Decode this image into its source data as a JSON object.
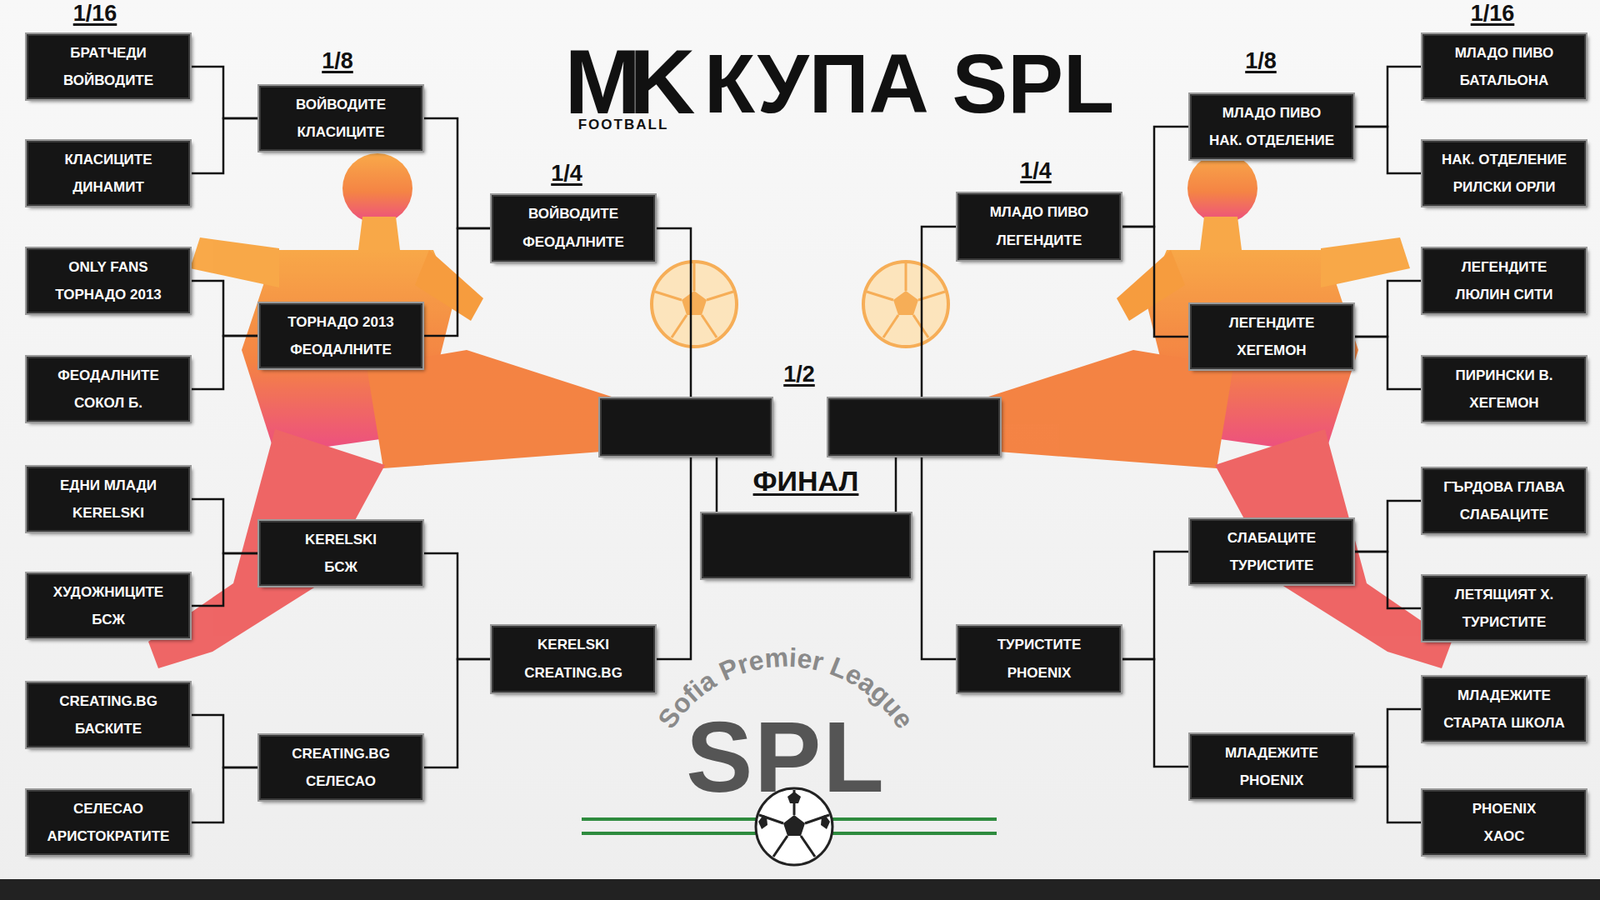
{
  "diagram": {
    "title": "КУПА SPL",
    "nodes": [
      {
        "text": [
          "БРАТЧЕДИ",
          "ВОЙВОДИТЕ"
        ]
      },
      {
        "text": [
          "КЛАСИЦИТЕ",
          "ДИНАМИТ"
        ]
      },
      {
        "text": [
          "ONLY FANS",
          "ТОРНАДО 2013"
        ]
      },
      {
        "text": [
          "ФЕОДАЛНИТЕ",
          "СОКОЛ Б."
        ]
      },
      {
        "text": [
          "ЕДНИ МЛАДИ",
          "KERELSKI"
        ]
      },
      {
        "text": [
          "ХУДОЖНИЦИТЕ",
          "БСЖ"
        ]
      },
      {
        "text": [
          "CREATING.BG",
          "БАСКИТЕ"
        ]
      },
      {
        "text": [
          "СЕЛЕСАО",
          "АРИСТОКРАТИТЕ"
        ]
      },
      {
        "text": [
          "ВОЙВОДИТЕ",
          "КЛАСИЦИТЕ"
        ]
      },
      {
        "text": [
          "ТОРНАДО 2013",
          "ФЕОДАЛНИТЕ"
        ]
      },
      {
        "text": [
          "KERELSKI",
          "БСЖ"
        ]
      },
      {
        "text": [
          "CREATING.BG",
          "СЕЛЕСАО"
        ]
      },
      {
        "text": [
          "ВОЙВОДИТЕ",
          "ФЕОДАЛНИТЕ"
        ]
      },
      {
        "text": [
          "KERELSKI",
          "CREATING.BG"
        ]
      },
      {
        "text": []
      },
      {
        "text": []
      },
      {
        "text": []
      },
      {
        "text": [
          "МЛАДО ПИВО",
          "ЛЕГЕНДИТЕ"
        ]
      },
      {
        "text": [
          "ТУРИСТИТЕ",
          "PHOENIX"
        ]
      },
      {
        "text": [
          "МЛАДО ПИВО",
          "НАК. ОТДЕЛЕНИЕ"
        ]
      },
      {
        "text": [
          "ЛЕГЕНДИТЕ",
          "ХЕГЕМОН"
        ]
      },
      {
        "text": [
          "СЛАБАЦИТЕ",
          "ТУРИСТИТЕ"
        ]
      },
      {
        "text": [
          "МЛАДЕЖИТЕ",
          "PHOENIX"
        ]
      },
      {
        "text": [
          "МЛАДО ПИВО",
          "БАТАЛЬОНА"
        ]
      },
      {
        "text": [
          "НАК. ОТДЕЛЕНИЕ",
          "РИЛСКИ ОРЛИ"
        ]
      },
      {
        "text": [
          "ЛЕГЕНДИТЕ",
          "ЛЮЛИН СИТИ"
        ]
      },
      {
        "text": [
          "ПИРИНСКИ В.",
          "ХЕГЕМОН"
        ]
      },
      {
        "text": [
          "ГЪРДОВА ГЛАВА",
          "СЛАБАЦИТЕ"
        ]
      },
      {
        "text": [
          "ЛЕТЯЩИЯТ Х.",
          "ТУРИСТИТЕ"
        ]
      },
      {
        "text": [
          "МЛАДЕЖИТЕ",
          "СТАРАТА ШКОЛА"
        ]
      },
      {
        "text": [
          "PHOENIX",
          "ХАОС"
        ]
      }
    ],
    "edges": [
      {
        "from": 0,
        "to": 8,
        "arrow": "none"
      },
      {
        "from": 1,
        "to": 8,
        "arrow": "none"
      },
      {
        "from": 2,
        "to": 9,
        "arrow": "none"
      },
      {
        "from": 3,
        "to": 9,
        "arrow": "none"
      },
      {
        "from": 4,
        "to": 10,
        "arrow": "none"
      },
      {
        "from": 5,
        "to": 10,
        "arrow": "none"
      },
      {
        "from": 6,
        "to": 11,
        "arrow": "none"
      },
      {
        "from": 7,
        "to": 11,
        "arrow": "none"
      },
      {
        "from": 8,
        "to": 12,
        "arrow": "none"
      },
      {
        "from": 9,
        "to": 12,
        "arrow": "none"
      },
      {
        "from": 10,
        "to": 13,
        "arrow": "none"
      },
      {
        "from": 11,
        "to": 13,
        "arrow": "none"
      },
      {
        "from": 12,
        "to": 14,
        "arrow": "none"
      },
      {
        "from": 13,
        "to": 14,
        "arrow": "none"
      },
      {
        "from": 14,
        "to": 15,
        "arrow": "none"
      },
      {
        "from": 16,
        "to": 15,
        "arrow": "none"
      },
      {
        "from": 17,
        "to": 16,
        "arrow": "none"
      },
      {
        "from": 18,
        "to": 16,
        "arrow": "none"
      },
      {
        "from": 19,
        "to": 17,
        "arrow": "none"
      },
      {
        "from": 20,
        "to": 17,
        "arrow": "none"
      },
      {
        "from": 21,
        "to": 18,
        "arrow": "none"
      },
      {
        "from": 22,
        "to": 18,
        "arrow": "none"
      },
      {
        "from": 23,
        "to": 19,
        "arrow": "none"
      },
      {
        "from": 24,
        "to": 19,
        "arrow": "none"
      },
      {
        "from": 25,
        "to": 20,
        "arrow": "none"
      },
      {
        "from": 26,
        "to": 20,
        "arrow": "none"
      },
      {
        "from": 27,
        "to": 21,
        "arrow": "none"
      },
      {
        "from": 28,
        "to": 21,
        "arrow": "none"
      },
      {
        "from": 29,
        "to": 22,
        "arrow": "none"
      },
      {
        "from": 30,
        "to": 22,
        "arrow": "none"
      }
    ],
    "labels": [
      "MK",
      "FOOTBALL",
      "1/16",
      "1/16",
      "1/8",
      "1/8",
      "1/4",
      "1/4",
      "1/2",
      "ФИНАЛ",
      "Sofia Premier League",
      "SPL"
    ]
  }
}
